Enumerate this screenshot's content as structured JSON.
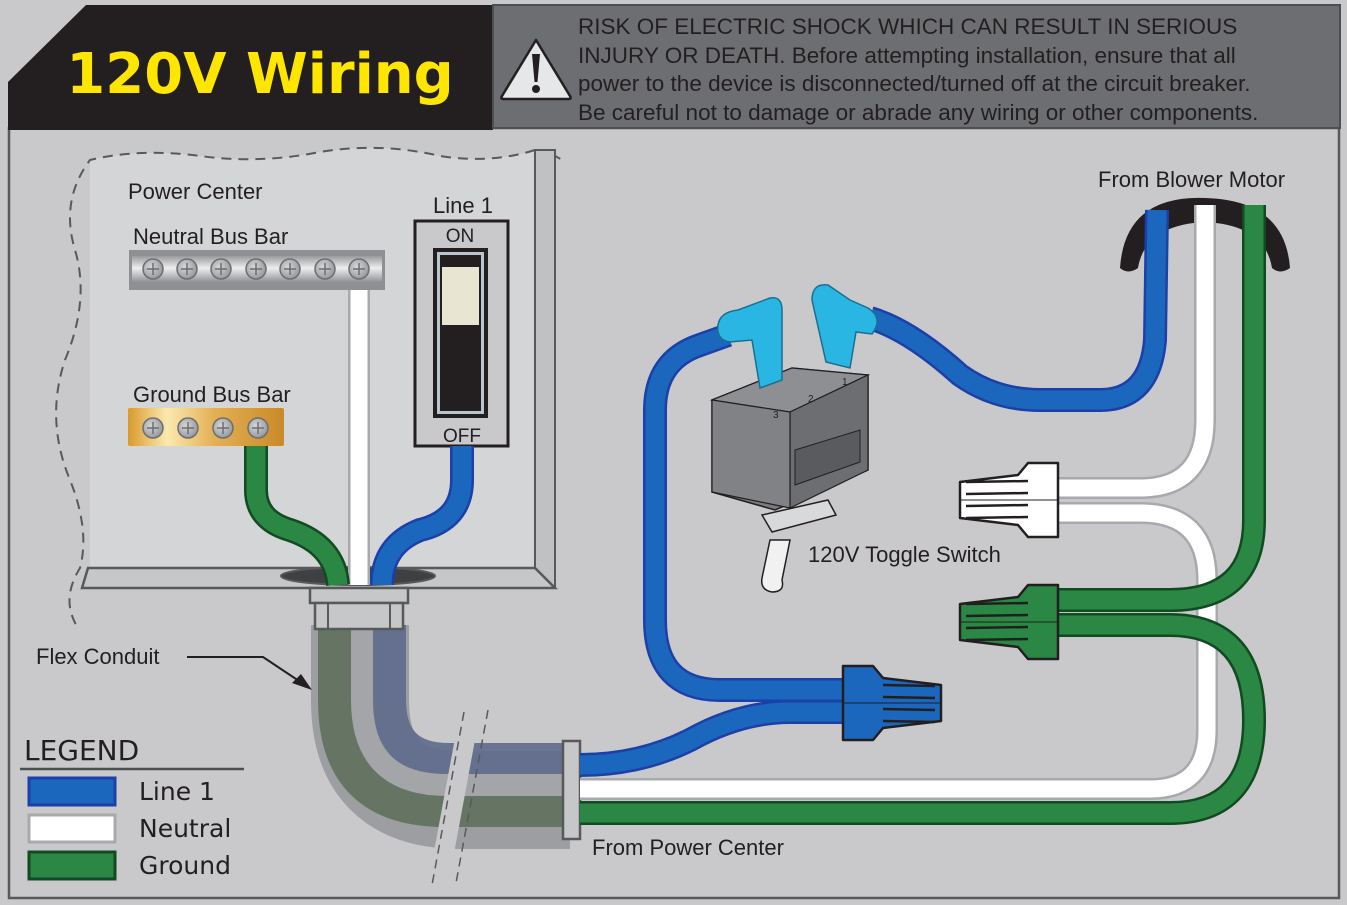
{
  "header": {
    "title": "120V Wiring",
    "title_color": "#ffe600",
    "title_bg": "#231f20"
  },
  "warning": {
    "icon": "warning-triangle-icon",
    "lines": [
      "RISK OF ELECTRIC SHOCK WHICH CAN RESULT IN SERIOUS",
      "INJURY OR DEATH. Before attempting installation, ensure that all",
      "power to the device is disconnected/turned off at the circuit breaker.",
      "Be careful not to damage or abrade any wiring or other components."
    ]
  },
  "labels": {
    "power_center": "Power Center",
    "neutral_bus_bar": "Neutral Bus Bar",
    "ground_bus_bar": "Ground Bus Bar",
    "breaker_title": "Line 1",
    "breaker_on": "ON",
    "breaker_off": "OFF",
    "flex_conduit": "Flex Conduit",
    "from_blower_motor": "From Blower Motor",
    "toggle_switch": "120V Toggle Switch",
    "from_power_center": "From Power Center",
    "switch_terminals": [
      "3",
      "2",
      "1"
    ]
  },
  "breaker": {
    "state": "ON"
  },
  "legend": {
    "title": "LEGEND",
    "items": [
      {
        "label": "Line 1",
        "color": "#1b67bd",
        "border": "#1c3fa8"
      },
      {
        "label": "Neutral",
        "color": "#ffffff",
        "border": "#a7a9ac"
      },
      {
        "label": "Ground",
        "color": "#2a8744",
        "border": "#124a22"
      }
    ]
  },
  "colors": {
    "line": "#1b67bd",
    "line_edge": "#1c3fa8",
    "neutral": "#ffffff",
    "neutral_edge": "#a7a9ac",
    "ground": "#2a8744",
    "ground_edge": "#124a22",
    "background": "#c9c9cb",
    "warning_bg": "#6d6e71"
  }
}
